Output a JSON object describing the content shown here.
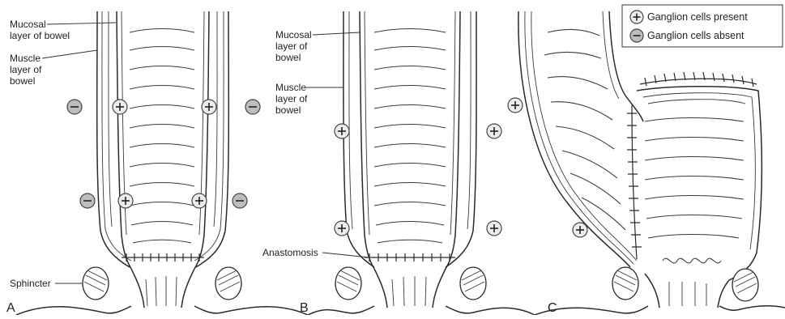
{
  "legend": {
    "present_label": "Ganglion cells present",
    "absent_label": "Ganglion cells absent"
  },
  "panel_a": {
    "letter": "A",
    "mucosal_label_lines": [
      "Mucosal",
      "layer of bowel"
    ],
    "muscle_label_lines": [
      "Muscle",
      "layer of",
      "bowel"
    ],
    "sphincter_label": "Sphincter",
    "ganglion_markers": [
      "absent",
      "present",
      "present",
      "absent",
      "absent",
      "present",
      "present",
      "absent"
    ]
  },
  "panel_b": {
    "letter": "B",
    "mucosal_label_lines": [
      "Mucosal",
      "layer of",
      "bowel"
    ],
    "muscle_label_lines": [
      "Muscle",
      "layer of",
      "bowel"
    ],
    "anastomosis_label": "Anastomosis",
    "ganglion_markers": [
      "present",
      "present",
      "present",
      "present"
    ]
  },
  "panel_c": {
    "letter": "C",
    "ganglion_markers": [
      "present",
      "present"
    ]
  },
  "colors": {
    "line": "#2a2a2a",
    "present_fill": "#ececec",
    "absent_fill": "#bdbdbd"
  }
}
